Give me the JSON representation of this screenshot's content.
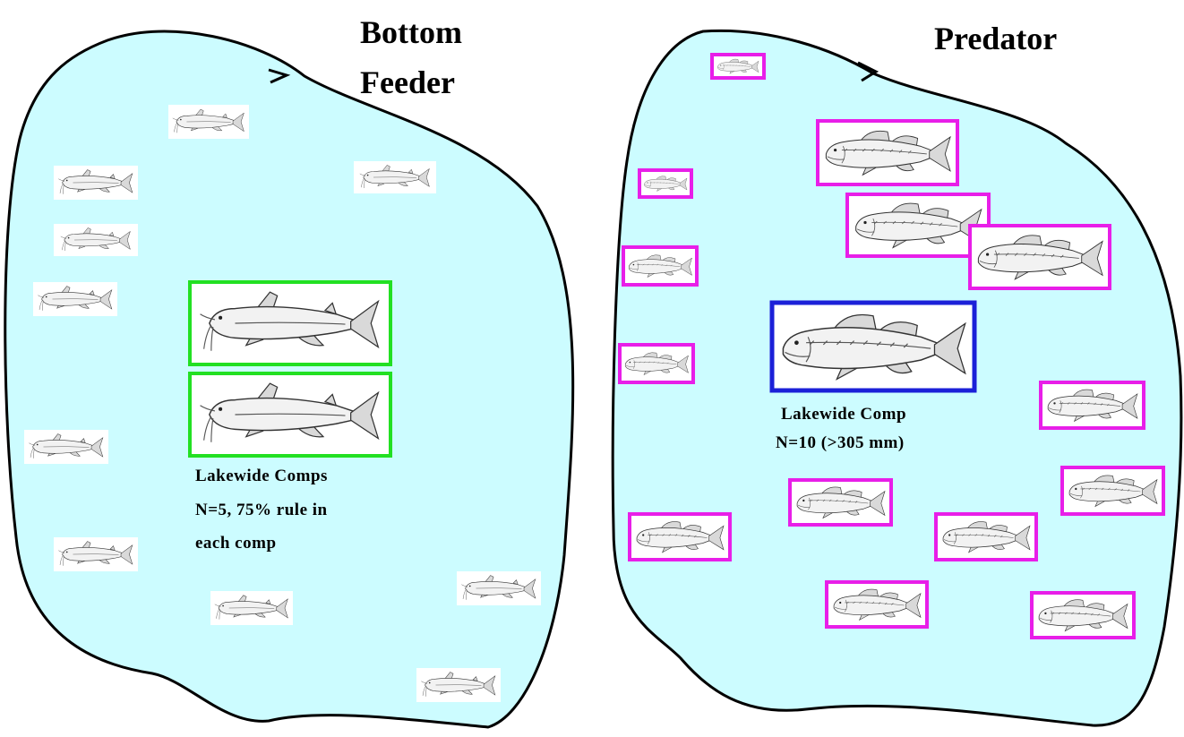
{
  "titles": {
    "left": [
      "Bottom",
      "Feeder"
    ],
    "right": "Predator"
  },
  "captions": {
    "left": [
      "Lakewide Comps",
      "N=5, 75% rule in",
      "each comp"
    ],
    "right": [
      "Lakewide Comp",
      "N=10 (>305 mm)"
    ]
  },
  "colors": {
    "lake_fill": "#ccfcff",
    "lake_stroke": "#000000",
    "composite_bottom_feeder": "#22e022",
    "composite_predator_large": "#1b20d8",
    "composite_predator_small": "#e81ee8"
  },
  "icons": {
    "bottom_feeder": "catfish-icon",
    "predator": "largemouth-bass-icon"
  }
}
